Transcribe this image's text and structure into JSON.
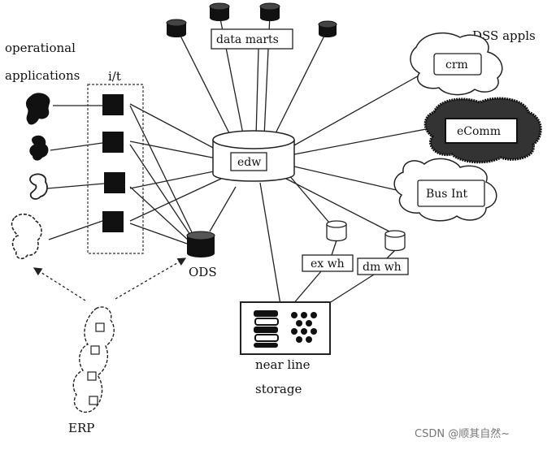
{
  "labels": {
    "operational": "operational",
    "applications": "applications",
    "it": "i/t",
    "data_marts": "data marts",
    "dss_appls": "DSS appls",
    "crm": "crm",
    "ecomm": "eComm",
    "bus_int": "Bus Int",
    "edw": "edw",
    "ods": "ODS",
    "ex_wh": "ex wh",
    "dm_wh": "dm wh",
    "near_line": "near line",
    "storage": "storage",
    "erp": "ERP"
  },
  "watermark": "CSDN @顺其自然~"
}
